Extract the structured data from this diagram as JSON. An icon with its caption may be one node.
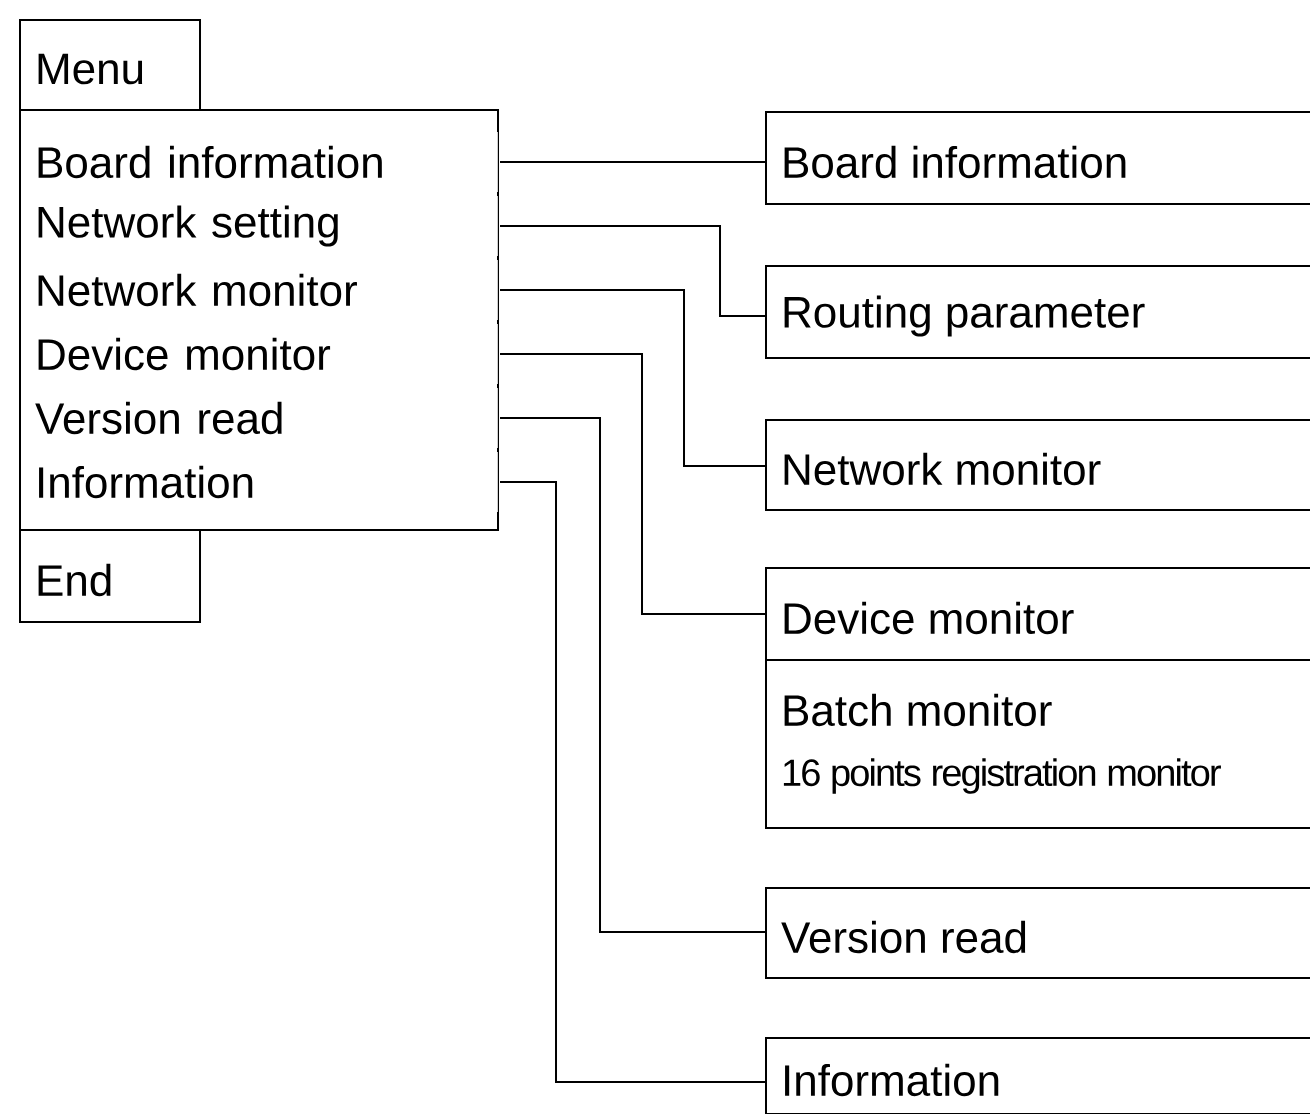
{
  "diagram": {
    "nodes": [
      {
        "text": [
          "Menu"
        ]
      },
      {
        "text": [],
        "shape": "box"
      },
      {
        "text": [
          "Board information"
        ],
        "in": 1
      },
      {
        "text": [
          "Network setting"
        ],
        "in": 1
      },
      {
        "text": [
          "Network monitor"
        ],
        "in": 1
      },
      {
        "text": [
          "Device monitor"
        ],
        "in": 1
      },
      {
        "text": [
          "Version read"
        ],
        "in": 1
      },
      {
        "text": [
          "Information"
        ],
        "in": 1
      },
      {
        "text": [
          "End"
        ]
      },
      {
        "text": [
          "Board information"
        ]
      },
      {
        "text": [
          "Routing parameter"
        ]
      },
      {
        "text": [
          "Network monitor"
        ]
      },
      {
        "text": [
          "Device monitor",
          "Batch monitor",
          "16 points registration monitor"
        ]
      },
      {
        "text": [
          "Version read"
        ]
      },
      {
        "text": [
          "Information"
        ]
      }
    ],
    "edges": [
      {
        "from": 2,
        "to": 9,
        "arrow": "none"
      },
      {
        "from": 3,
        "to": 10,
        "arrow": "none"
      },
      {
        "from": 4,
        "to": 11,
        "arrow": "none"
      },
      {
        "from": 5,
        "to": 12,
        "arrow": "none"
      },
      {
        "from": 6,
        "to": 13,
        "arrow": "none"
      },
      {
        "from": 7,
        "to": 14,
        "arrow": "none"
      }
    ]
  }
}
